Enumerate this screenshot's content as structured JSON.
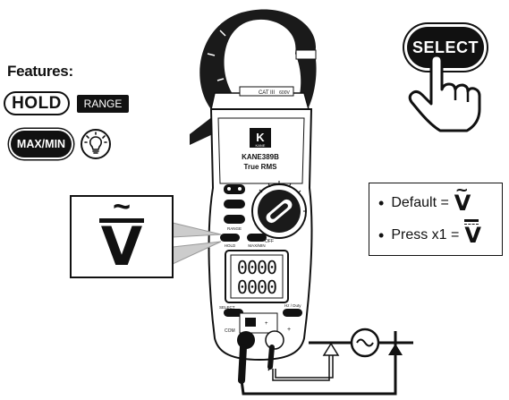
{
  "features": {
    "heading": "Features:",
    "hold_label": "HOLD",
    "range_label": "RANGE",
    "maxmin_label": "MAX/MIN"
  },
  "zoom": {
    "symbol": "V"
  },
  "select_button": {
    "label": "SELECT"
  },
  "legend": {
    "default_label": "Default =",
    "press_label": "Press x1 =",
    "bullet": "•",
    "symbol": "V"
  },
  "meter": {
    "brand_logo": "K KANE",
    "model": "KANE389B",
    "subtitle": "True RMS",
    "jaw_label_1": "CAT III",
    "jaw_label_2": "600V",
    "display_top": "0000",
    "display_bottom": "0000",
    "button_hold": "HOLD",
    "button_maxmin": "MAX/MIN",
    "button_range": "RANGE",
    "button_select": "SELECT",
    "button_hz": "Hz / Duty",
    "dial_off": "OFF",
    "terminal_com": "COM",
    "terminal_plus": "+"
  }
}
